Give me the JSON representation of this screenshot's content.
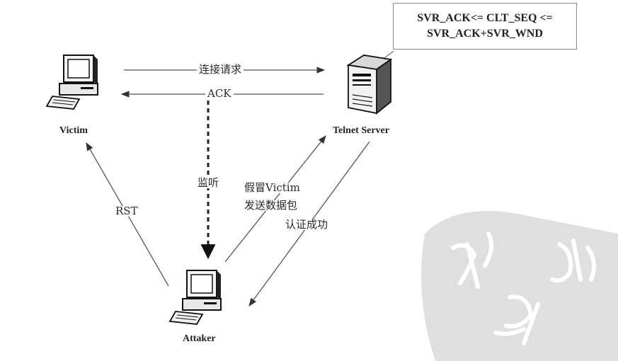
{
  "condition": {
    "line1": "SVR_ACK<= CLT_SEQ <=",
    "line2": "SVR_ACK+SVR_WND"
  },
  "nodes": {
    "victim": "Victim",
    "server": "Telnet Server",
    "attacker": "Attaker"
  },
  "edges": {
    "connect_request": "连接请求",
    "ack": "ACK",
    "sniff": "监听",
    "spoof_line1": "假冒Victim",
    "spoof_line2": "发送数据包",
    "auth_success": "认证成功",
    "rst": "RST"
  },
  "icons": {
    "victim": "desktop-computer-icon",
    "server": "server-tower-icon",
    "attacker": "desktop-computer-icon",
    "watermark": "seal-stamp"
  },
  "colors": {
    "line": "#555555",
    "dashed": "#222222",
    "watermark": "#dcdcdc"
  }
}
